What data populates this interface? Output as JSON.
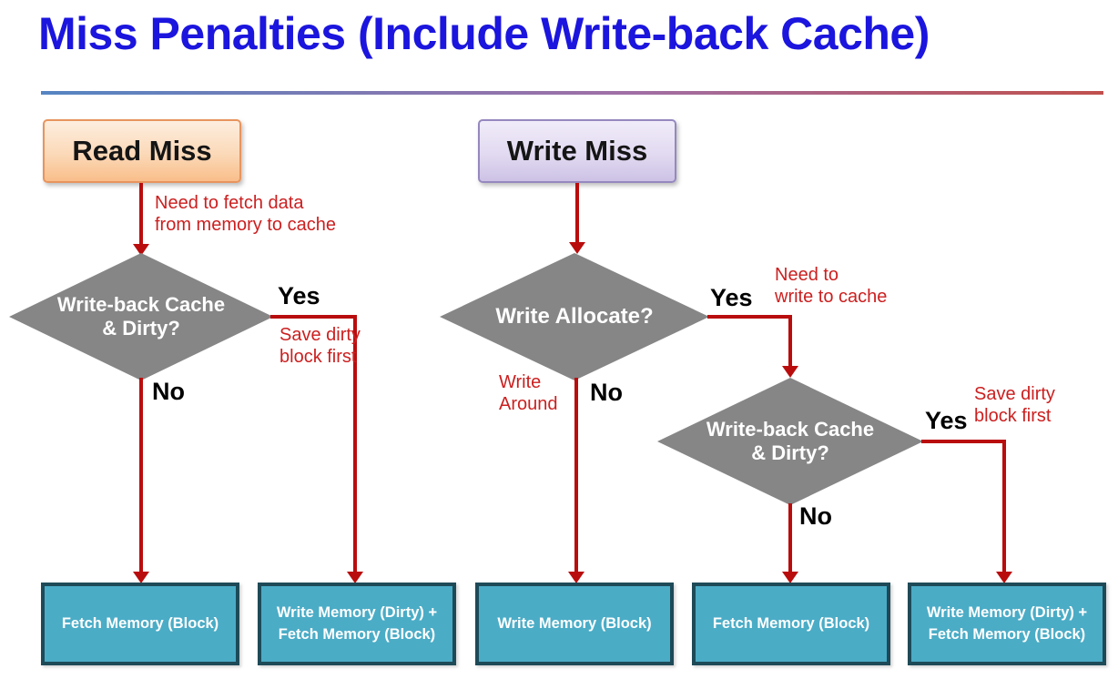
{
  "slide": {
    "title": "Miss Penalties (Include Write-back Cache)"
  },
  "read_flow": {
    "start": "Read Miss",
    "arrow_note": {
      "line1": "Need to fetch data",
      "line2": "from memory to cache"
    },
    "decision": {
      "line1": "Write-back Cache",
      "line2": "& Dirty?"
    },
    "yes": "Yes",
    "no": "No",
    "yes_note": {
      "line1": "Save dirty",
      "line2": "block first"
    },
    "no_result": "Fetch Memory (Block)",
    "yes_result": {
      "line1": "Write Memory (Dirty) +",
      "line2": "Fetch Memory (Block)"
    }
  },
  "write_flow": {
    "start": "Write Miss",
    "decision1": "Write Allocate?",
    "d1_yes": "Yes",
    "d1_no": "No",
    "d1_yes_note": {
      "line1": "Need to",
      "line2": "write to cache"
    },
    "d1_no_note": {
      "line1": "Write",
      "line2": "Around"
    },
    "d1_no_result": "Write Memory (Block)",
    "decision2": {
      "line1": "Write-back Cache",
      "line2": "& Dirty?"
    },
    "d2_yes": "Yes",
    "d2_no": "No",
    "d2_yes_note": {
      "line1": "Save dirty",
      "line2": "block first"
    },
    "d2_no_result": "Fetch Memory (Block)",
    "d2_yes_result": {
      "line1": "Write Memory (Dirty) +",
      "line2": "Fetch Memory (Block)"
    }
  },
  "colors": {
    "title": "#1b15de",
    "divider_left": "#5585c2",
    "divider_right": "#c0504d",
    "connector_red": "#b90d0d",
    "note_red": "#cc1f1f",
    "decision_gray": "#868686",
    "result_fill": "#4bacc6",
    "result_border": "#1e4a58",
    "read_start_border": "#e8945e",
    "read_start_top": "#fdeedf",
    "read_start_bottom": "#f9be8a",
    "write_start_border": "#9588be",
    "write_start_top": "#f0ecf9",
    "write_start_bottom": "#cdc2e5"
  }
}
